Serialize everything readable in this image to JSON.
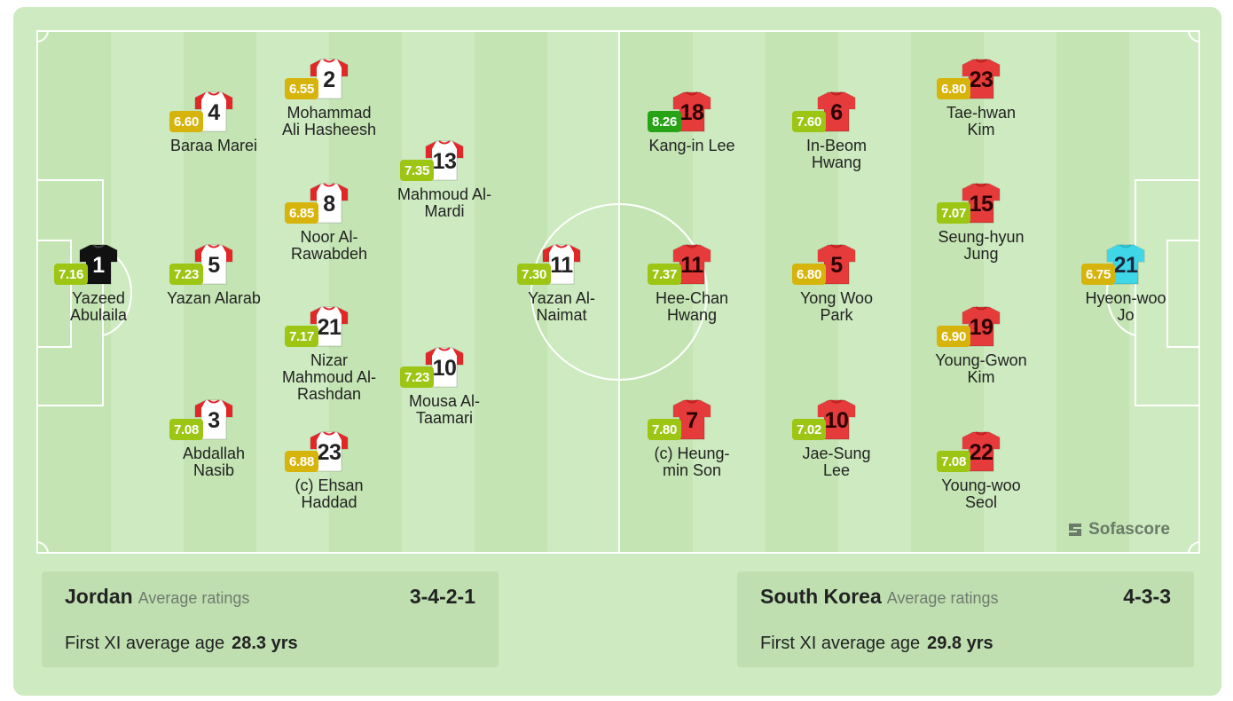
{
  "home_team": {
    "name": "Jordan",
    "avg_ratings_label": "Average ratings",
    "formation": "3-4-2-1",
    "age_label": "First XI average age",
    "age_value": "28.3 yrs",
    "kit_color": "#ffffff",
    "gk_kit_color": "#111111"
  },
  "away_team": {
    "name": "South Korea",
    "avg_ratings_label": "Average ratings",
    "formation": "4-3-3",
    "age_label": "First XI average age",
    "age_value": "29.8 yrs",
    "kit_color": "#e53b3b",
    "gk_kit_color": "#3fd7e8"
  },
  "brand": "Sofascore",
  "rating_colors": {
    "excellent": "#27a317",
    "good": "#9dc513",
    "average": "#d7b40c"
  },
  "players": [
    {
      "number": "1",
      "name": "Yazeed Abulaila",
      "rating": "7.16",
      "team": "home",
      "gk": true
    },
    {
      "number": "4",
      "name": "Baraa Marei",
      "rating": "6.60",
      "team": "home"
    },
    {
      "number": "5",
      "name": "Yazan Alarab",
      "rating": "7.23",
      "team": "home"
    },
    {
      "number": "3",
      "name": "Abdallah Nasib",
      "rating": "7.08",
      "team": "home"
    },
    {
      "number": "2",
      "name": "Mohammad Ali Hasheesh",
      "rating": "6.55",
      "team": "home"
    },
    {
      "number": "8",
      "name": "Noor Al-Rawabdeh",
      "rating": "6.85",
      "team": "home"
    },
    {
      "number": "21",
      "name": "Nizar Mahmoud Al-Rashdan",
      "rating": "7.17",
      "team": "home"
    },
    {
      "number": "23",
      "name": "(c) Ehsan Haddad",
      "rating": "6.88",
      "team": "home"
    },
    {
      "number": "13",
      "name": "Mahmoud Al-Mardi",
      "rating": "7.35",
      "team": "home"
    },
    {
      "number": "10",
      "name": "Mousa Al-Taamari",
      "rating": "7.23",
      "team": "home"
    },
    {
      "number": "11",
      "name": "Yazan Al-Naimat",
      "rating": "7.30",
      "team": "home"
    },
    {
      "number": "18",
      "name": "Kang-in Lee",
      "rating": "8.26",
      "team": "away"
    },
    {
      "number": "11",
      "name": "Hee-Chan Hwang",
      "rating": "7.37",
      "team": "away"
    },
    {
      "number": "7",
      "name": "(c) Heung-min Son",
      "rating": "7.80",
      "team": "away"
    },
    {
      "number": "6",
      "name": "In-Beom Hwang",
      "rating": "7.60",
      "team": "away"
    },
    {
      "number": "5",
      "name": "Yong Woo Park",
      "rating": "6.80",
      "team": "away"
    },
    {
      "number": "10",
      "name": "Jae-Sung Lee",
      "rating": "7.02",
      "team": "away"
    },
    {
      "number": "23",
      "name": "Tae-hwan Kim",
      "rating": "6.80",
      "team": "away"
    },
    {
      "number": "15",
      "name": "Seung-hyun Jung",
      "rating": "7.07",
      "team": "away"
    },
    {
      "number": "19",
      "name": "Young-Gwon Kim",
      "rating": "6.90",
      "team": "away"
    },
    {
      "number": "22",
      "name": "Young-woo Seol",
      "rating": "7.08",
      "team": "away"
    },
    {
      "number": "21",
      "name": "Hyeon-woo Jo",
      "rating": "6.75",
      "team": "away",
      "gk": true
    }
  ]
}
